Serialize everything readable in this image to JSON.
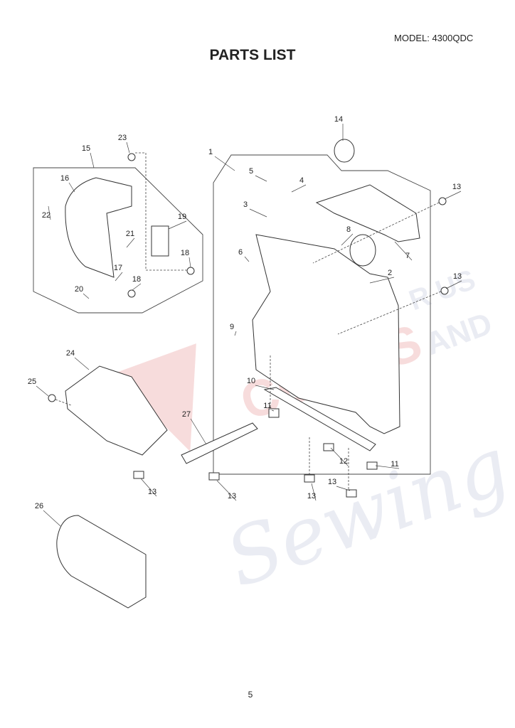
{
  "header": {
    "model": "MODEL: 4300QDC",
    "title": "PARTS LIST"
  },
  "footer": {
    "page_number": "5"
  },
  "watermark": {
    "text": "Vacuums R Us AND Sewing too",
    "colors": [
      "#e8a0a0",
      "#c8cce0"
    ]
  },
  "callouts": [
    "1",
    "2",
    "3",
    "4",
    "5",
    "6",
    "7",
    "8",
    "9",
    "10",
    "11",
    "11",
    "12",
    "13",
    "13",
    "13",
    "13",
    "13",
    "13",
    "14",
    "15",
    "16",
    "17",
    "18",
    "18",
    "19",
    "20",
    "21",
    "22",
    "23",
    "24",
    "25",
    "26",
    "27"
  ]
}
